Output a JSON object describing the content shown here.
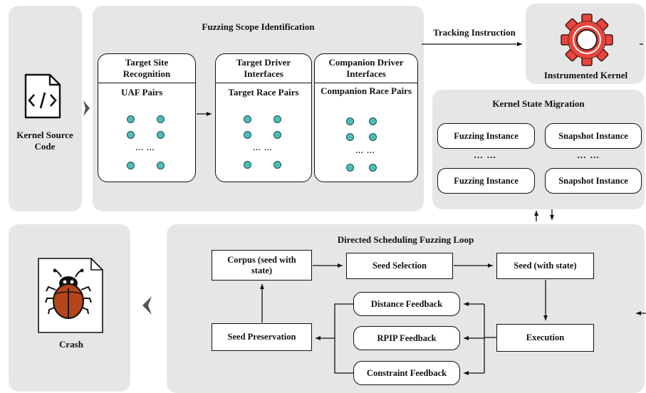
{
  "source": {
    "label": "Kernel Source Code",
    "icon": "code-file-icon"
  },
  "scope": {
    "title": "Fuzzing Scope Identification",
    "cards": [
      {
        "header": "Target Site Recognition",
        "sub": "UAF Pairs",
        "ellipsis": "… …"
      },
      {
        "header": "Target Driver Interfaces",
        "sub": "Target Race Pairs",
        "ellipsis": "… …"
      },
      {
        "header": "Companion Driver Interfaces",
        "sub": "Companion Race Pairs",
        "ellipsis": "… …"
      }
    ]
  },
  "tracking": {
    "label": "Tracking Instruction"
  },
  "kernel": {
    "label": "Instrumented Kernel",
    "icon": "gear-icon",
    "color": "#e8453c"
  },
  "migration": {
    "title": "Kernel State Migration",
    "fuzz1": "Fuzzing Instance",
    "snap1": "Snapshot Instance",
    "ellipsis1": "… …",
    "ellipsis2": "… …",
    "fuzz2": "Fuzzing Instance",
    "snap2": "Snapshot Instance"
  },
  "loop": {
    "title": "Directed Scheduling Fuzzing Loop",
    "corpus": "Corpus (seed with state)",
    "seed_selection": "Seed Selection",
    "seed": "Seed (with state)",
    "execution": "Execution",
    "distance": "Distance Feedback",
    "rpip": "RPIP Feedback",
    "constraint": "Constraint Feedback",
    "preservation": "Seed Preservation"
  },
  "crash": {
    "label": "Crash",
    "icon": "bug-icon",
    "color": "#b5451b"
  },
  "colors": {
    "panel": "#e6e6e6",
    "dot": "#4fbcb7",
    "chevron": "#555555"
  }
}
